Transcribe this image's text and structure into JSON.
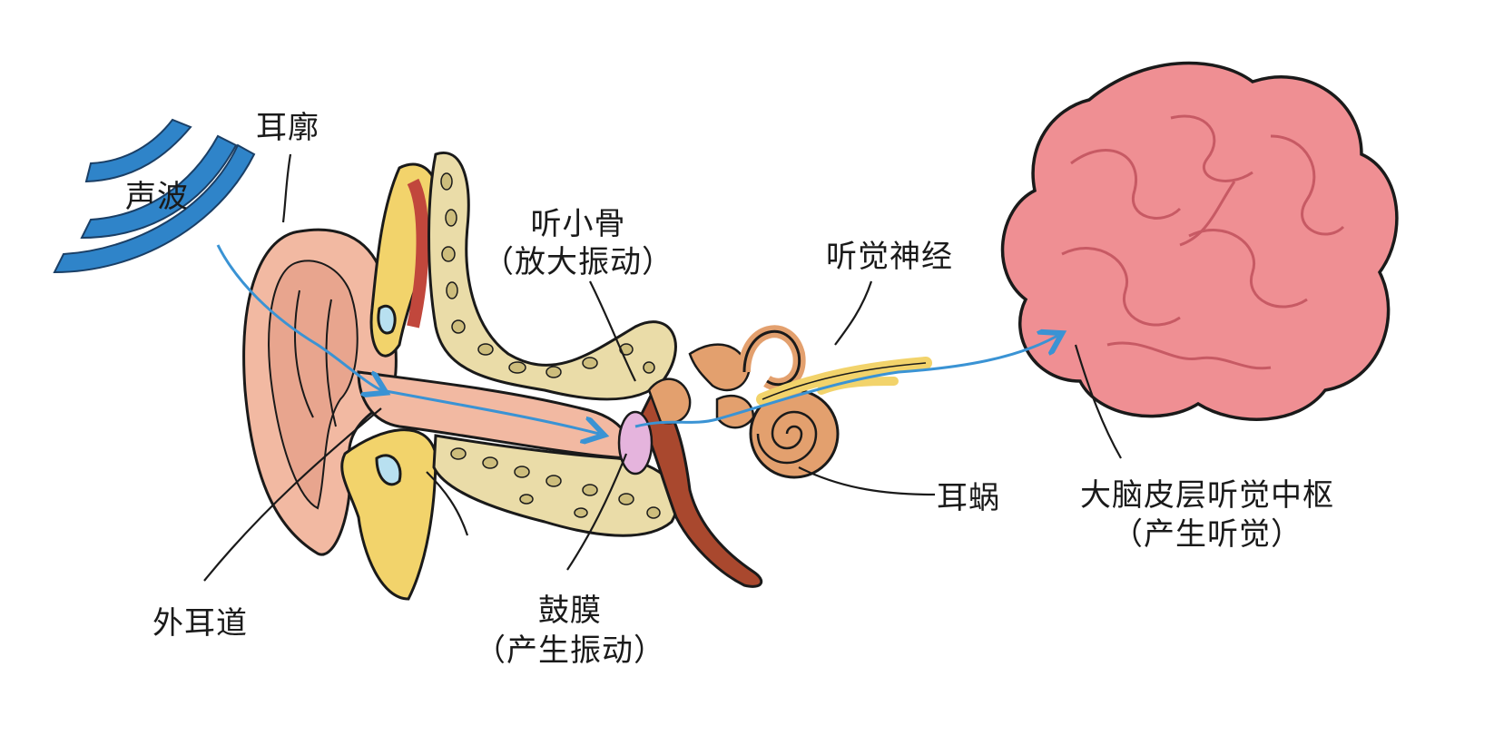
{
  "labels": {
    "sound_wave": "声波",
    "pinna": "耳廓",
    "ossicles": "听小骨",
    "ossicles_note": "（放大振动）",
    "auditory_nerve": "听觉神经",
    "cochlea": "耳蜗",
    "ear_canal": "外耳道",
    "eardrum": "鼓膜",
    "eardrum_note": "（产生振动）",
    "cortex": "大脑皮层听觉中枢",
    "cortex_note": "（产生听觉）"
  },
  "colors": {
    "sound_wave": "#2f84c9",
    "arrow": "#3a93d4",
    "skin": "#f2b9a2",
    "skin_dark": "#e79a86",
    "bone": "#eadca8",
    "bone_spot": "#cdbd7c",
    "cartilage": "#f2d36b",
    "ossicle": "#e3a06e",
    "tube": "#a9482e",
    "eardrum": "#e5b4dd",
    "brain": "#ef8f93",
    "brain_dark": "#d8666e",
    "outline": "#1a1a1a"
  }
}
